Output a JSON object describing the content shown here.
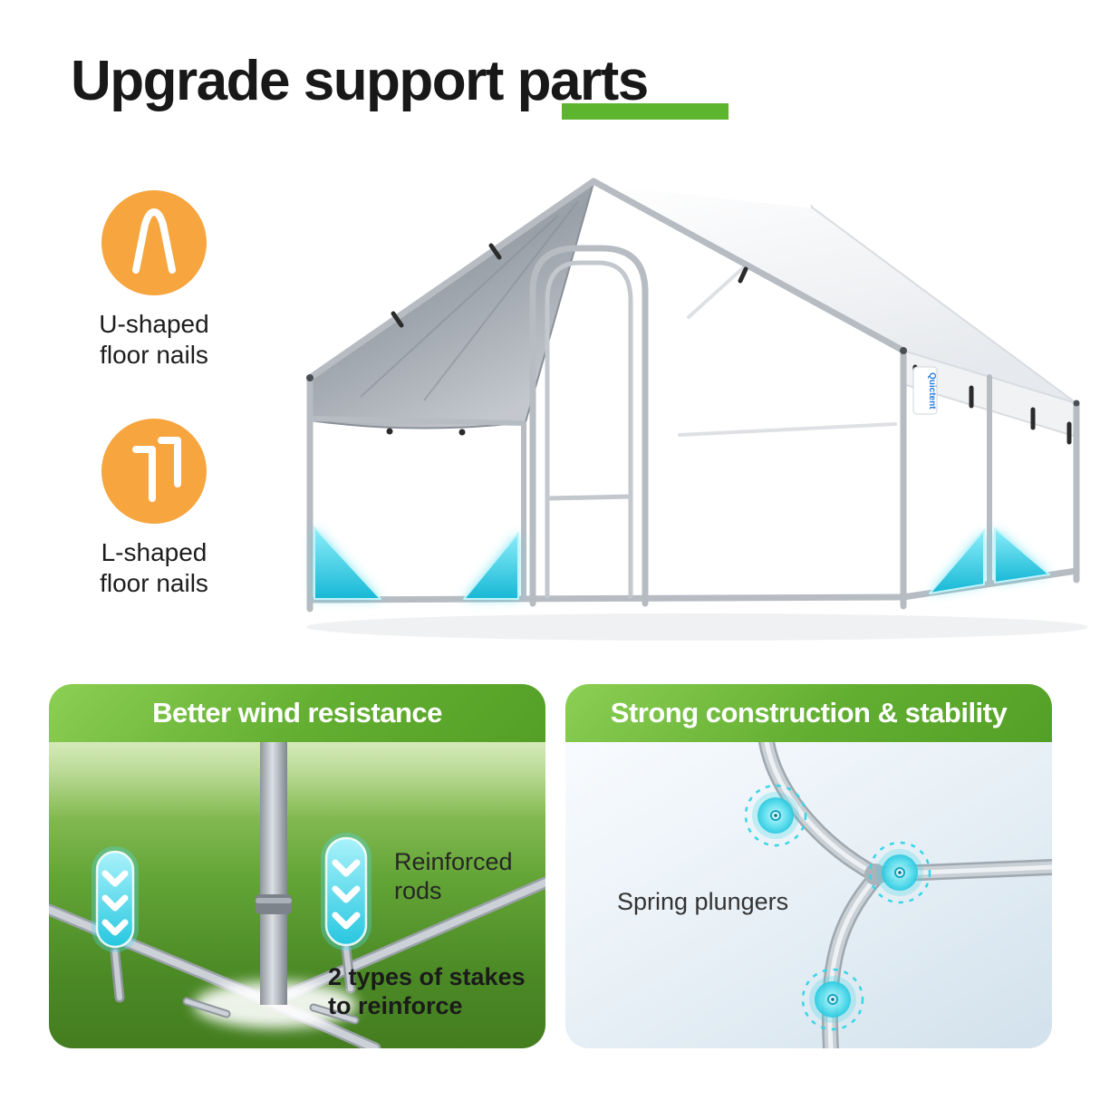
{
  "title": "Upgrade support parts",
  "features": [
    {
      "line1": "U-shaped",
      "line2": "floor nails"
    },
    {
      "line1": "L-shaped",
      "line2": "floor nails"
    }
  ],
  "tent": {
    "brand": "Quictent"
  },
  "panel_left": {
    "header": "Better wind resistance",
    "rods_line1": "Reinforced",
    "rods_line2": "rods",
    "stakes_line1": "2 types of stakes",
    "stakes_line2": "to reinforce"
  },
  "panel_right": {
    "header": "Strong construction & stability",
    "plungers": "Spring plungers"
  },
  "colors": {
    "accent_green": "#5db52e",
    "icon_orange": "#f6a53f",
    "highlight_cyan": "#35d6e8"
  }
}
